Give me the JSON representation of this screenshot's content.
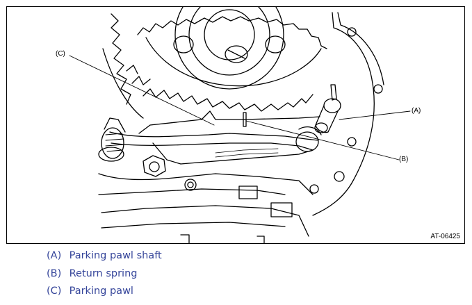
{
  "figure": {
    "id_label": "AT-06425",
    "callouts": [
      {
        "key": "A",
        "label": "(A)"
      },
      {
        "key": "B",
        "label": "(B)"
      },
      {
        "key": "C",
        "label": "(C)"
      }
    ]
  },
  "legend": [
    {
      "key": "(A)",
      "text": "Parking pawl shaft"
    },
    {
      "key": "(B)",
      "text": "Return spring"
    },
    {
      "key": "(C)",
      "text": "Parking pawl"
    }
  ],
  "colors": {
    "legend_text": "#35459a",
    "line_art": "#000000"
  }
}
